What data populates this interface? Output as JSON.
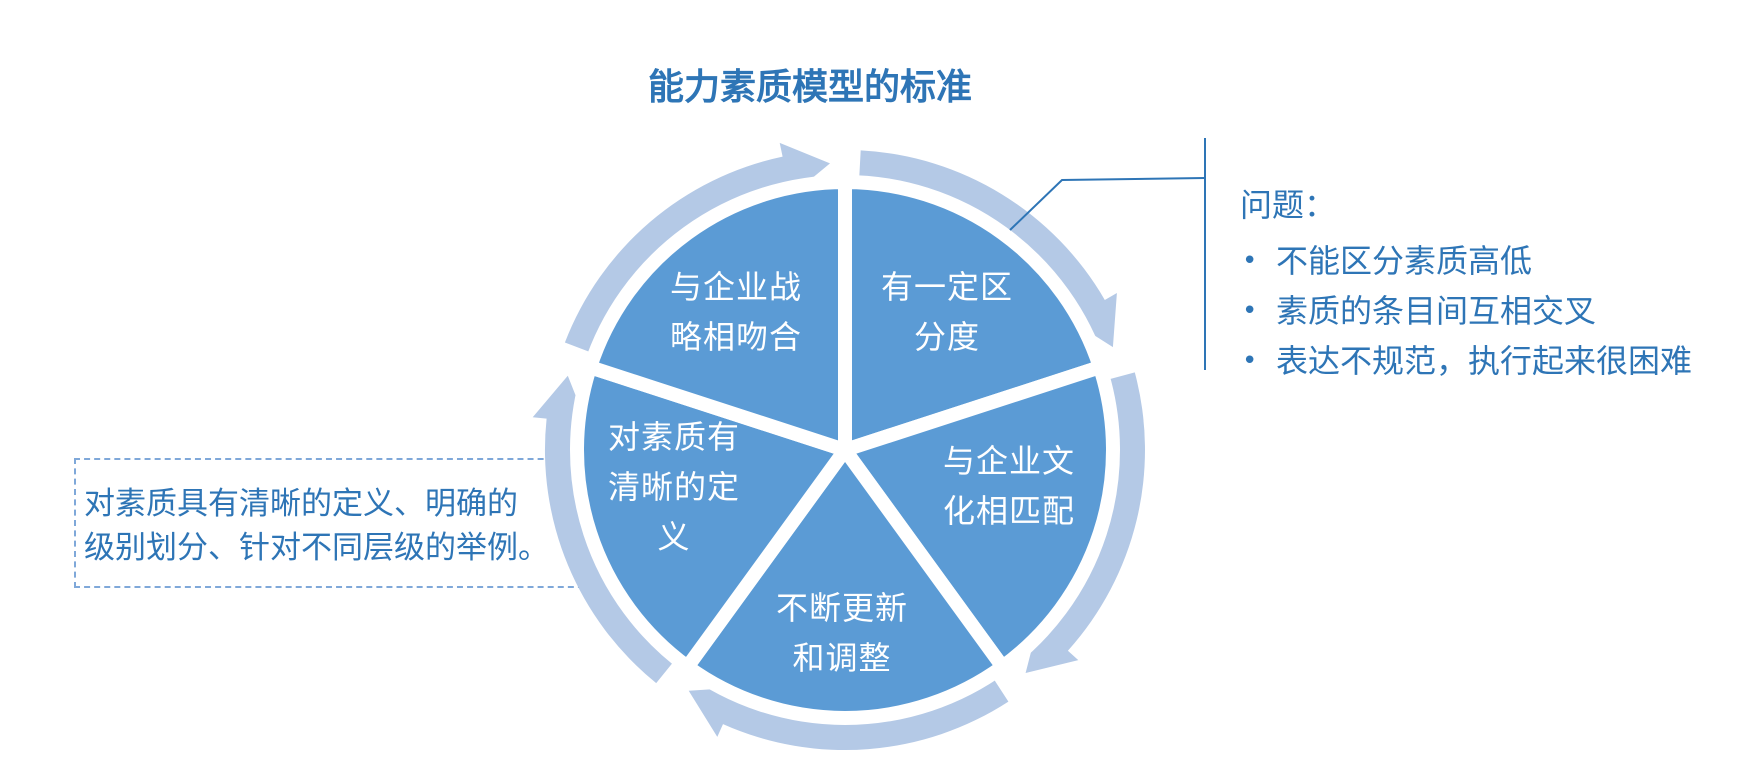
{
  "title": "能力素质模型的标准",
  "segments": [
    {
      "line1": "有一定区",
      "line2": "分度",
      "line3": ""
    },
    {
      "line1": "与企业文",
      "line2": "化相匹配",
      "line3": ""
    },
    {
      "line1": "不断更新",
      "line2": "和调整",
      "line3": ""
    },
    {
      "line1": "对素质有",
      "line2": "清晰的定",
      "line3": "义"
    },
    {
      "line1": "与企业战",
      "line2": "略相吻合",
      "line3": ""
    }
  ],
  "note": {
    "line1": "对素质具有清晰的定义、明确的",
    "line2": "级别划分、针对不同层级的举例。"
  },
  "problems": {
    "heading": "问题：",
    "items": [
      "不能区分素质高低",
      "素质的条目间互相交叉",
      "表达不规范，执行起来很困难"
    ]
  },
  "colors": {
    "accent": "#2e75b6",
    "segment_fill": "#5b9bd5",
    "ring_fill": "#b4c9e6"
  }
}
